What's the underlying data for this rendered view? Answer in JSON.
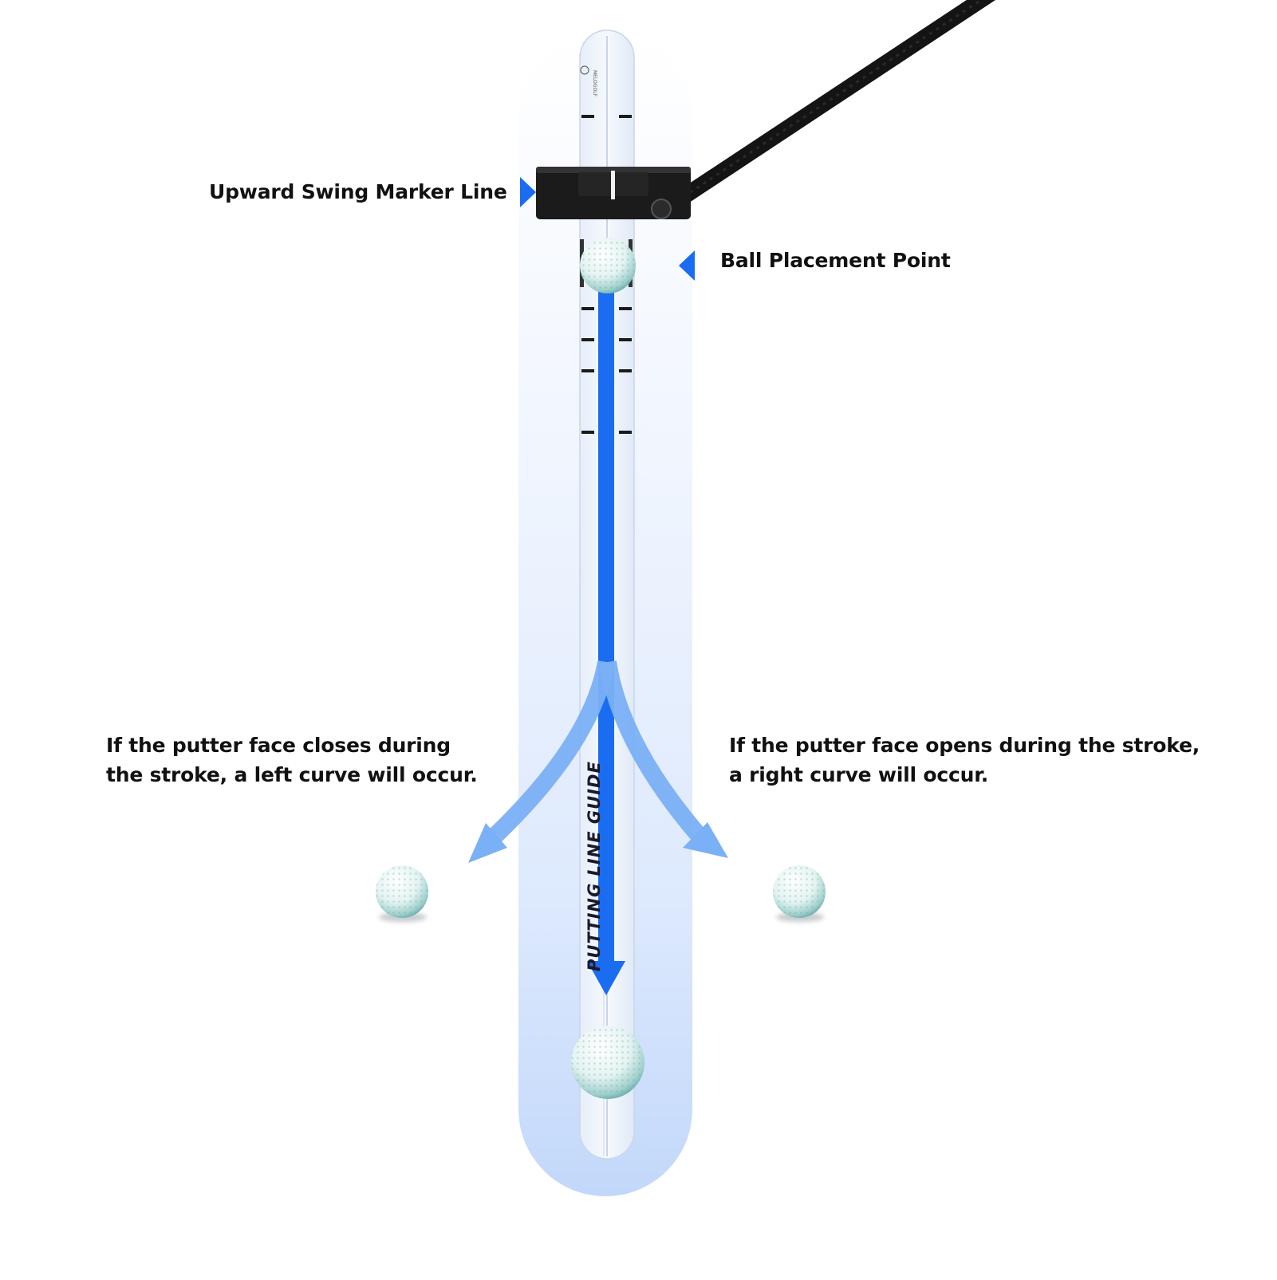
{
  "labels": {
    "upward_swing": "Upward Swing Marker Line",
    "ball_placement": "Ball Placement Point",
    "left_curve_line1": "If the putter face closes during",
    "left_curve_line2": "the stroke, a left curve will occur.",
    "right_curve_line1": "If the putter face opens during the stroke,",
    "right_curve_line2": "a right curve will occur."
  },
  "mat": {
    "text": "PUTTING LINE GUIDE",
    "brand": "MELOGOLF"
  },
  "colors": {
    "arrow_main": "#1a6cf0",
    "arrow_curve": "#7ab0f5",
    "marker": "#1a6cf0",
    "putter": "#1b1b1b",
    "ball": "#e2f2f0"
  },
  "icons": {
    "pointer_left": "triangle-right-icon",
    "pointer_right": "triangle-left-icon",
    "ball": "golf-ball-icon",
    "putter": "putter-head-icon"
  }
}
